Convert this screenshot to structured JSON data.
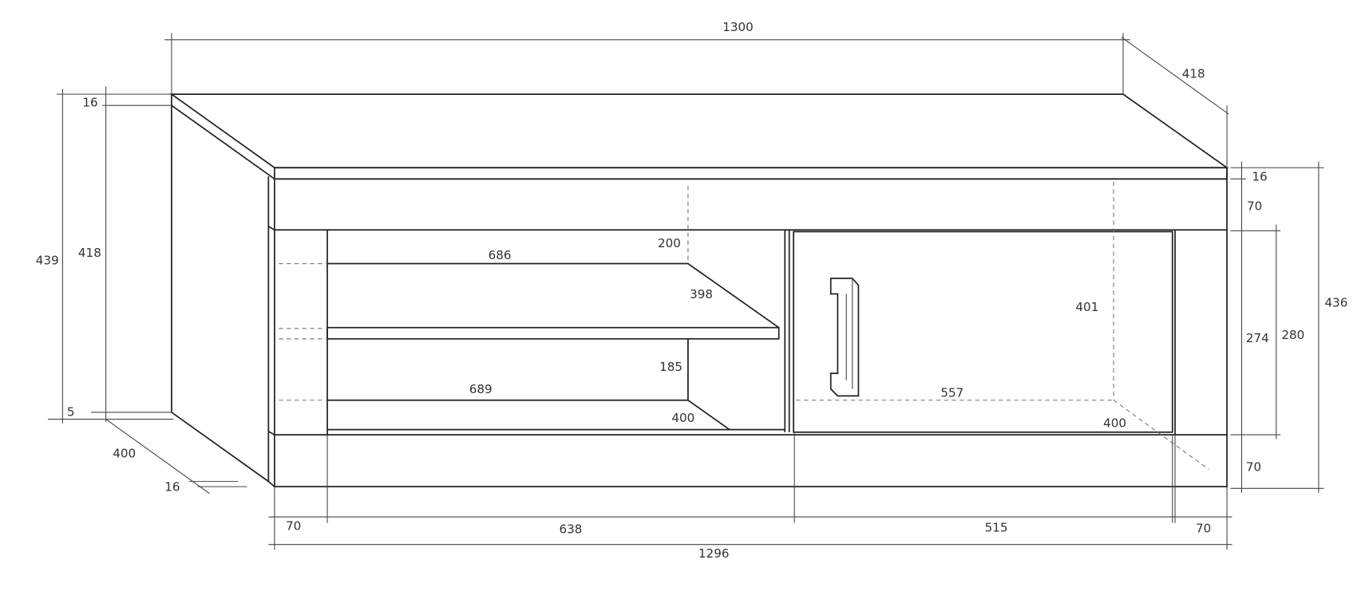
{
  "drawing": {
    "dims": {
      "total_width": "1300",
      "top_depth": "418",
      "top_thickness_right": "16",
      "top_rail_right": "70",
      "door_opening": "274",
      "door_height": "280",
      "total_height_right": "436",
      "bottom_rail_right": "70",
      "top_thickness_left": "16",
      "side_height": "418",
      "total_height_left": "439",
      "foot_height": "5",
      "side_depth": "400",
      "side_thickness": "16",
      "shelf_width": "686",
      "shelf_gap_top": "200",
      "shelf_depth": "398",
      "shelf_gap_bottom": "185",
      "bottom_width": "689",
      "bottom_depth_left": "400",
      "inner_height": "401",
      "inner_width_right": "557",
      "bottom_depth_right": "400",
      "left_stile": "70",
      "left_opening": "638",
      "door_width": "515",
      "right_stile": "70",
      "front_width": "1296"
    }
  }
}
